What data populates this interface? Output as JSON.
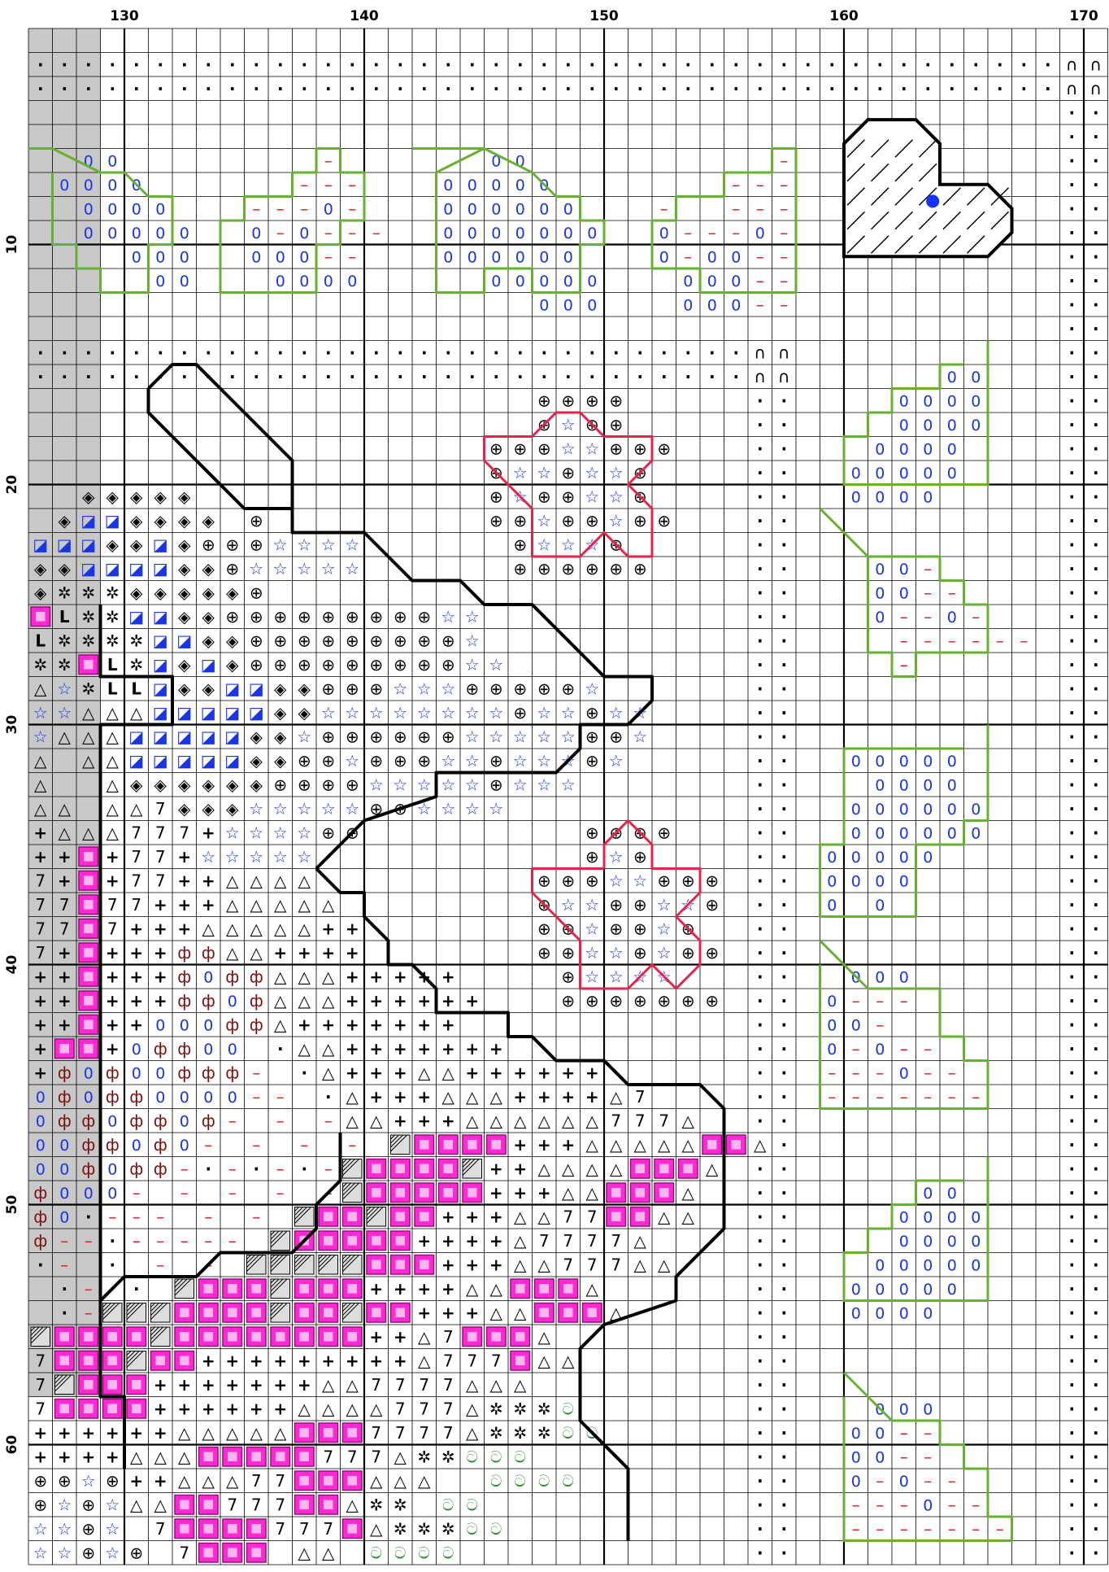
{
  "column_labels": [
    "130",
    "140",
    "150",
    "160",
    "170"
  ],
  "row_labels": [
    "10",
    "20",
    "30",
    "40",
    "50",
    "60"
  ],
  "colors": {
    "grid_line": "#000000",
    "shaded_margin": "#c8c8c8",
    "leaf_outline": "#66b032",
    "flower_outline": "#e8234a",
    "oval_symbol": "#1a35e8",
    "dash_symbol": "#e02020",
    "star_symbol": "#1a35e8",
    "phi_symbol": "#7a1010",
    "pink_fill": "#ff2ad4",
    "spiral_symbol": "#2a8a2a",
    "heart_center": "#1433ff"
  },
  "symbols": {
    "dot": "·",
    "oval": "0",
    "dash": "–",
    "plus": "+",
    "cross_circle": "⊕",
    "star": "☆",
    "triangle": "△",
    "seven": "7",
    "diamond": "◈",
    "square_slash": "◪",
    "phi": "ф",
    "spiral": "ට",
    "gear": "✲",
    "ell": "L",
    "arch": "∩",
    "hatch": "▨",
    "pink_square": "▣"
  }
}
